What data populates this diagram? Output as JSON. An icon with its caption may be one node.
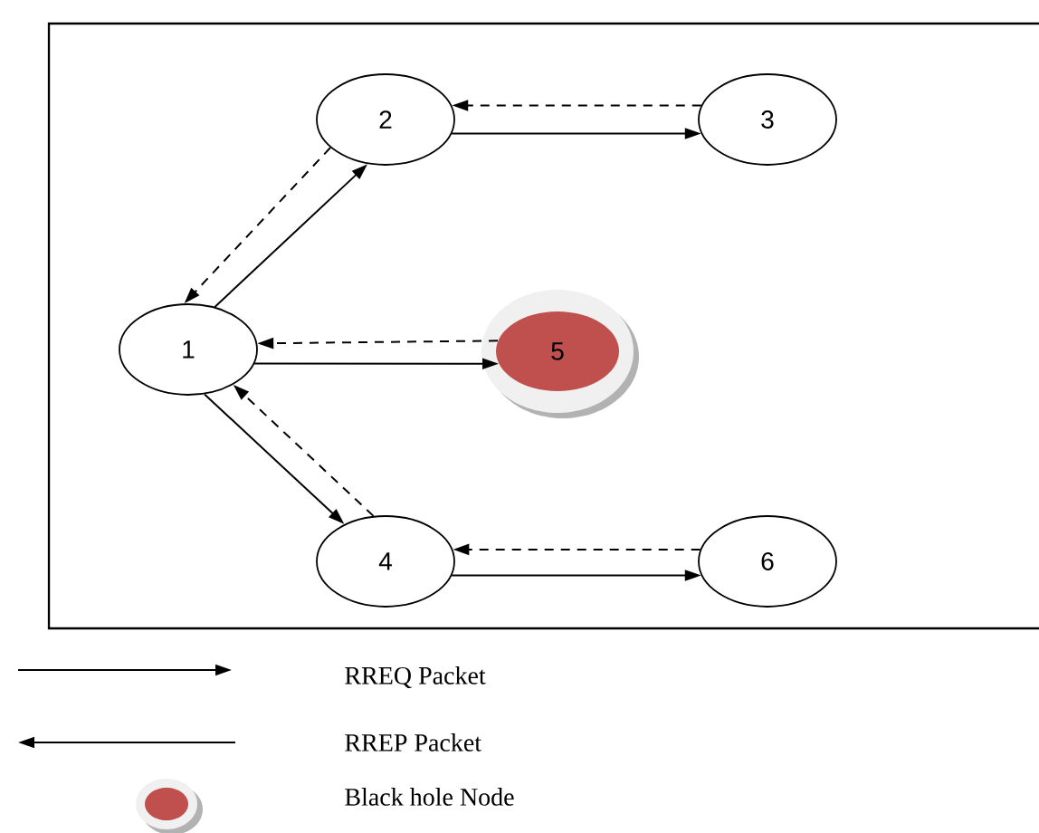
{
  "diagram": {
    "nodes": [
      {
        "text": [
          "1"
        ]
      },
      {
        "text": [
          "2"
        ]
      },
      {
        "text": [
          "3"
        ]
      },
      {
        "text": [
          "5"
        ]
      },
      {
        "text": [
          "4"
        ]
      },
      {
        "text": [
          "6"
        ]
      }
    ],
    "edges": [
      {
        "from": 0,
        "to": 1,
        "arrow": "to"
      },
      {
        "from": 1,
        "to": 0,
        "arrow": "to",
        "style": "dashed"
      },
      {
        "from": 1,
        "to": 2,
        "arrow": "to"
      },
      {
        "from": 2,
        "to": 1,
        "arrow": "to",
        "style": "dashed"
      },
      {
        "from": 0,
        "to": 3,
        "arrow": "to"
      },
      {
        "from": 3,
        "to": 0,
        "arrow": "to",
        "style": "dashed"
      },
      {
        "from": 0,
        "to": 4,
        "arrow": "to"
      },
      {
        "from": 4,
        "to": 0,
        "arrow": "to",
        "style": "dashed"
      },
      {
        "from": 4,
        "to": 5,
        "arrow": "to"
      },
      {
        "from": 5,
        "to": 4,
        "arrow": "to",
        "style": "dashed"
      }
    ],
    "legend": [
      {
        "text": "RREQ Packet"
      },
      {
        "text": "RREP Packet"
      },
      {
        "text": "Black hole Node"
      }
    ]
  }
}
